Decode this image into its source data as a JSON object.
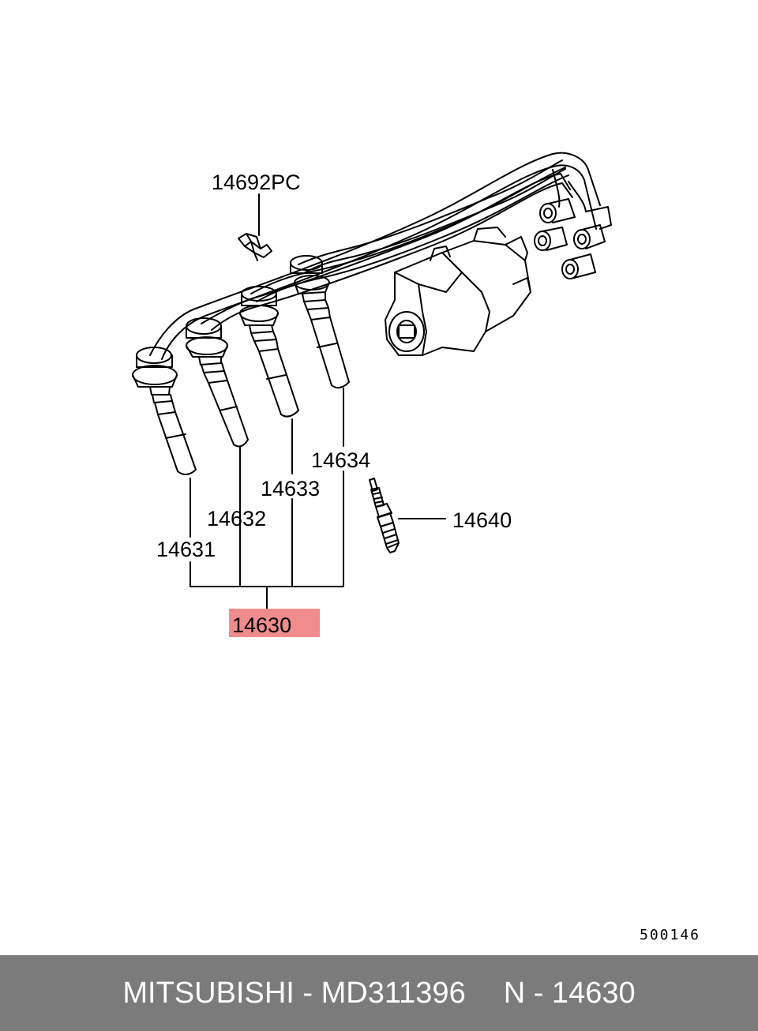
{
  "diagram": {
    "labels": {
      "clip": "14692PC",
      "cable_4": "14634",
      "cable_3": "14633",
      "cable_2": "14632",
      "cable_1": "14631",
      "spark_plug": "14640",
      "cable_set": "14630"
    },
    "reference": "500146",
    "highlight_color": "#f08080"
  },
  "footer": {
    "brand": "MITSUBISHI",
    "separator": " - ",
    "part_number": "MD311396",
    "position_label": "N - 14630",
    "background": "#7b7b7b"
  }
}
